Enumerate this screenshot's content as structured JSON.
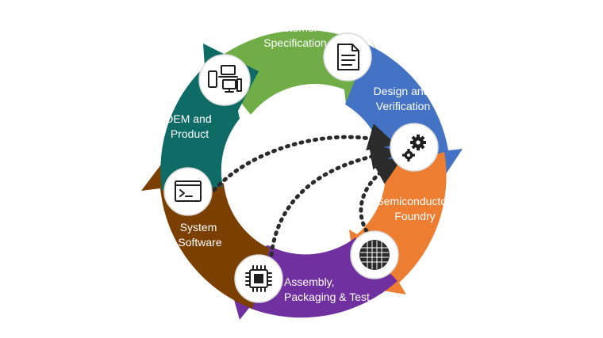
{
  "diagram": {
    "stages": [
      {
        "label_lines": [
          "Customer",
          "Specification"
        ],
        "icon": "document-icon",
        "color": "#70ad47"
      },
      {
        "label_lines": [
          "Design and",
          "Verification"
        ],
        "icon": "gears-icon",
        "color": "#4472c4"
      },
      {
        "label_lines": [
          "Semiconductor",
          "Foundry"
        ],
        "icon": "wafer-icon",
        "color": "#ed7d31"
      },
      {
        "label_lines": [
          "Assembly,",
          "Packaging & Test"
        ],
        "icon": "chip-icon",
        "color": "#7030a0"
      },
      {
        "label_lines": [
          "System",
          "Software"
        ],
        "icon": "terminal-icon",
        "color": "#7b3f00"
      },
      {
        "label_lines": [
          "OEM and",
          "Product"
        ],
        "icon": "devices-icon",
        "color": "#0e6b66"
      }
    ],
    "feedback_arrow_style": "dotted",
    "feedback_target": "gears-icon"
  }
}
